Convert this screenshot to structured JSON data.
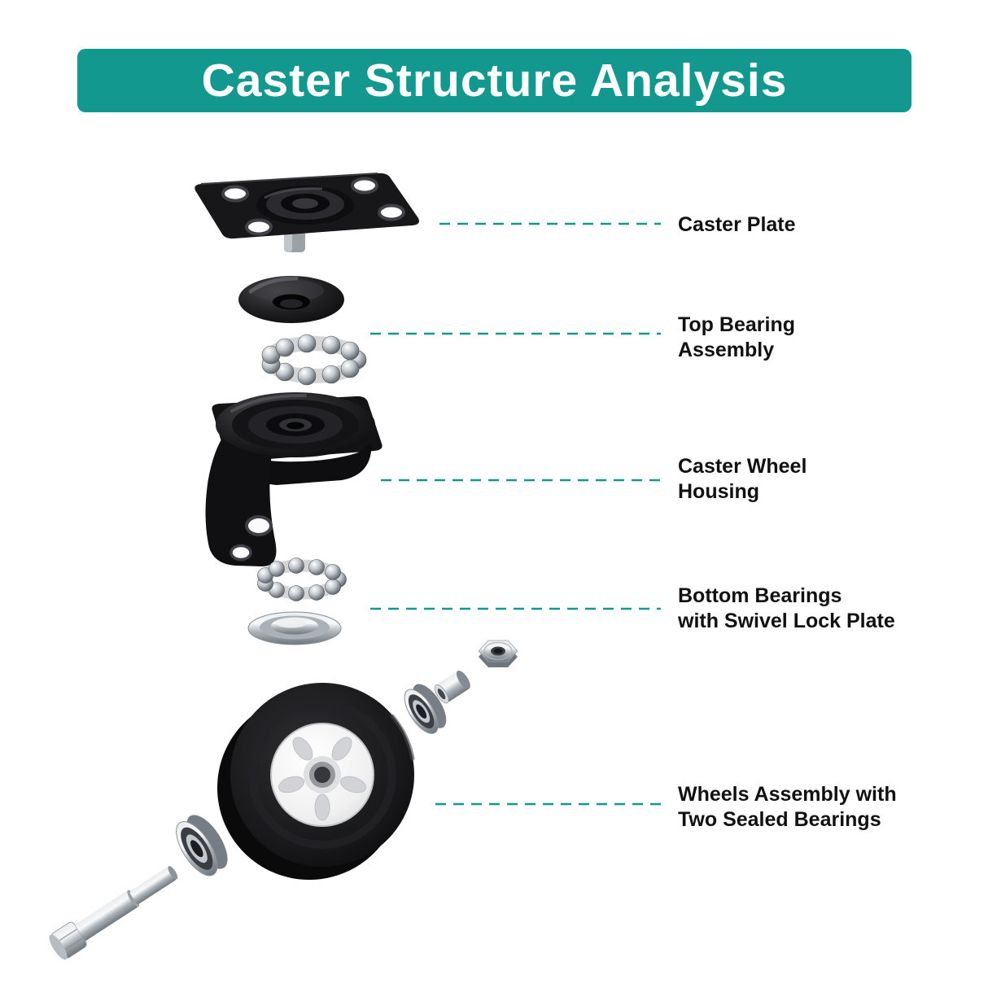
{
  "header": {
    "title": "Caster Structure Analysis"
  },
  "colors": {
    "banner_teal": "#12988e",
    "banner_text": "#ffffff",
    "leader_line_teal": "#12988e",
    "label_text": "#111111",
    "background": "#ffffff",
    "part_black": "#151517",
    "metal_silver": "#c3c9ce",
    "wheel_hub_white": "#f5f5f6"
  },
  "labels": [
    {
      "id": "caster-plate",
      "lines": [
        "Caster Plate"
      ]
    },
    {
      "id": "top-bearing-assembly",
      "lines": [
        "Top Bearing",
        "Assembly"
      ]
    },
    {
      "id": "caster-wheel-housing",
      "lines": [
        "Caster Wheel",
        "Housing"
      ]
    },
    {
      "id": "bottom-bearings-swivel-lock-plate",
      "lines": [
        "Bottom Bearings",
        "with Swivel Lock Plate"
      ]
    },
    {
      "id": "wheels-assembly-two-sealed-bearings",
      "lines": [
        "Wheels Assembly with",
        "Two Sealed Bearings"
      ]
    }
  ]
}
